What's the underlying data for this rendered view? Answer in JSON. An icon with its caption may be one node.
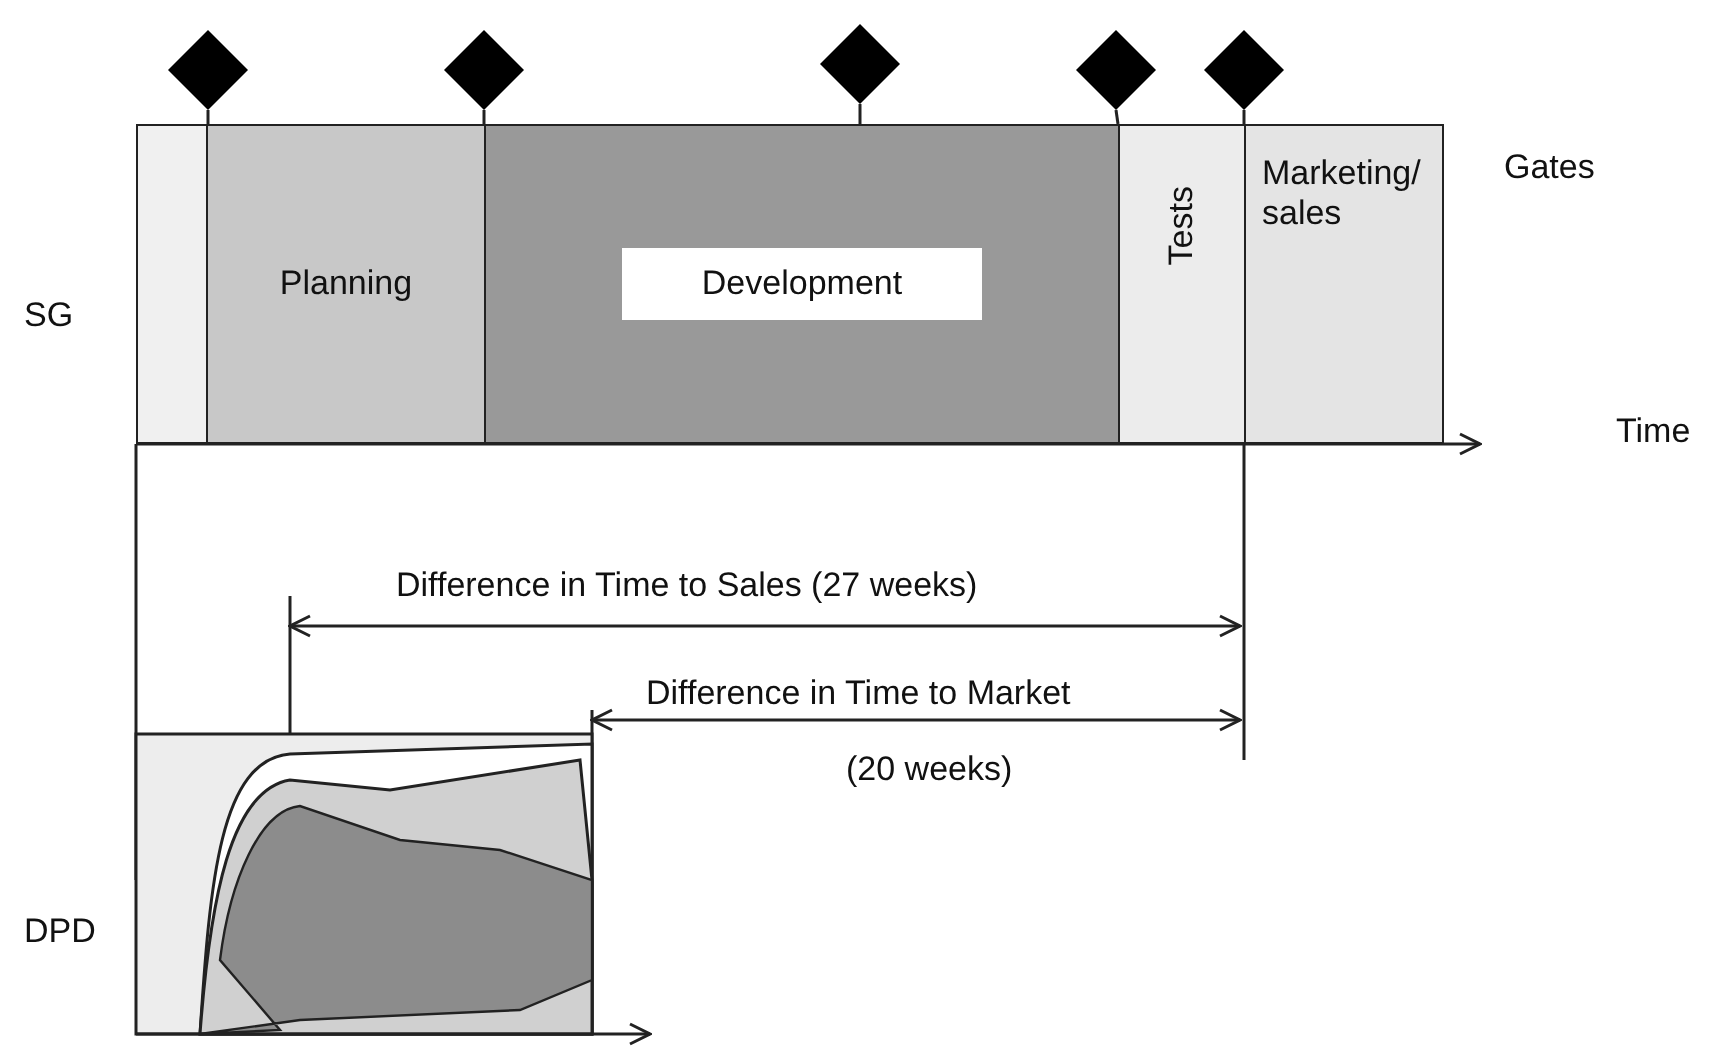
{
  "diagram": {
    "nodes": [
      {
        "text": [],
        "shape": "diamond"
      },
      {
        "text": [],
        "shape": "diamond"
      },
      {
        "text": [],
        "shape": "diamond"
      },
      {
        "text": [],
        "shape": "diamond"
      },
      {
        "text": [],
        "shape": "diamond"
      },
      {
        "text": [],
        "shape": "box"
      },
      {
        "text": [
          "Planning"
        ]
      },
      {
        "text": [
          "Development"
        ]
      },
      {
        "text": [
          "Tests"
        ]
      },
      {
        "text": [
          "Marketing/ sales"
        ]
      }
    ],
    "edges": [
      {
        "from": 0,
        "to": 5,
        "arrow": "none"
      },
      {
        "from": 1,
        "to": 6,
        "arrow": "none"
      },
      {
        "from": 2,
        "to": 7,
        "arrow": "none"
      },
      {
        "from": 3,
        "to": 8,
        "arrow": "none"
      },
      {
        "from": 4,
        "to": 9,
        "arrow": "none"
      }
    ],
    "labels": [
      "Gates",
      "SG",
      "Time",
      "Difference in Time to Sales (27 weeks)",
      "Difference in Time to Market",
      "(20 weeks)",
      "DPD"
    ]
  }
}
